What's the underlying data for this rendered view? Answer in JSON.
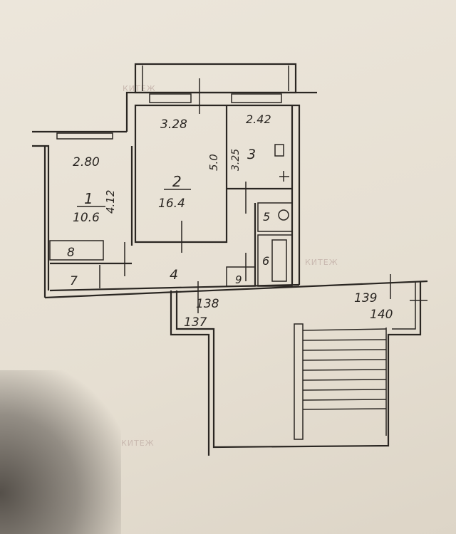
{
  "watermark": "КИТЕЖ",
  "rooms": {
    "room1": {
      "number": "1",
      "area": "10.6",
      "width": "2.80",
      "length": "4.12"
    },
    "room2": {
      "number": "2",
      "area": "16.4",
      "width": "3.28",
      "length": "5.0"
    },
    "room3": {
      "number": "3",
      "width": "2.42",
      "length": "3.25"
    },
    "corridor": {
      "number": "4"
    },
    "toilet": {
      "number": "5"
    },
    "bathroom": {
      "number": "6"
    },
    "closet7": {
      "number": "7"
    },
    "closet8": {
      "number": "8"
    },
    "closet9": {
      "number": "9"
    }
  },
  "landing": {
    "apt_137": "137",
    "apt_138": "138",
    "apt_139": "139",
    "apt_140": "140"
  },
  "colors": {
    "paper": "#e8e1d5",
    "ink": "#2a2622"
  }
}
